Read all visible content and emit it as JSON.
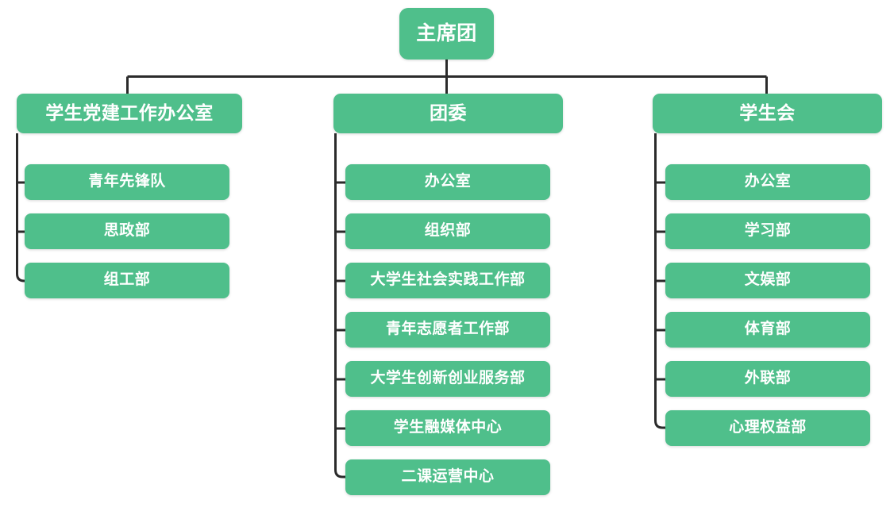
{
  "colors": {
    "node_fill": "#4FBF8B",
    "node_text": "#FFFFFF",
    "connector": "#2B2B2B",
    "background": "#FFFFFF"
  },
  "org_chart": {
    "type": "tree",
    "root": {
      "label": "主席团"
    },
    "branches": [
      {
        "label": "学生党建工作办公室",
        "children": [
          {
            "label": "青年先锋队"
          },
          {
            "label": "思政部"
          },
          {
            "label": "组工部"
          }
        ]
      },
      {
        "label": "团委",
        "children": [
          {
            "label": "办公室"
          },
          {
            "label": "组织部"
          },
          {
            "label": "大学生社会实践工作部"
          },
          {
            "label": "青年志愿者工作部"
          },
          {
            "label": "大学生创新创业服务部"
          },
          {
            "label": "学生融媒体中心"
          },
          {
            "label": "二课运营中心"
          }
        ]
      },
      {
        "label": "学生会",
        "children": [
          {
            "label": "办公室"
          },
          {
            "label": "学习部"
          },
          {
            "label": "文娱部"
          },
          {
            "label": "体育部"
          },
          {
            "label": "外联部"
          },
          {
            "label": "心理权益部"
          }
        ]
      }
    ]
  }
}
